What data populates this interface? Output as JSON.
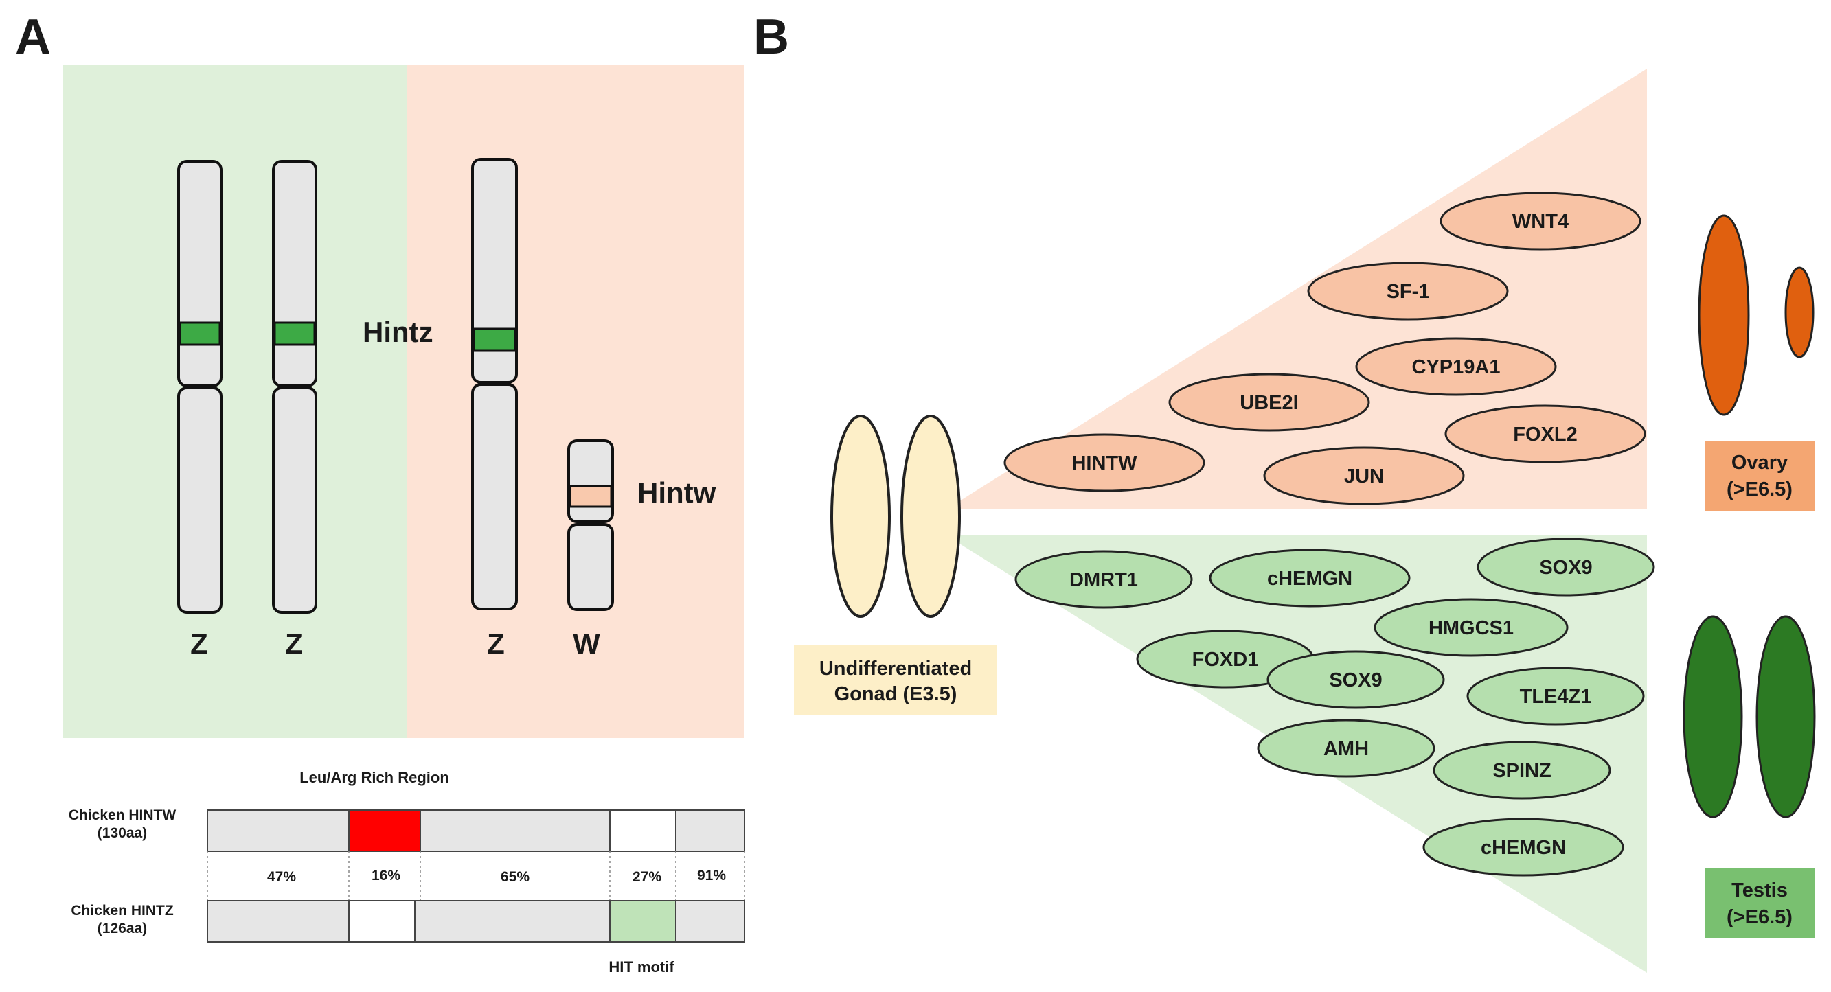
{
  "panel_a": {
    "letter": "A",
    "chromosome_labels": [
      "Z",
      "Z",
      "Z",
      "W"
    ],
    "gene_labels": {
      "hintz": "Hintz",
      "hintw": "Hintw"
    },
    "domain_map": {
      "region_label": "Leu/Arg  Rich Region",
      "protein_top": {
        "name": "Chicken HINTW",
        "length": "(130aa)"
      },
      "protein_bottom": {
        "name": "Chicken HINTZ",
        "length": "(126aa)"
      },
      "identity": [
        "47%",
        "16%",
        "65%",
        "27%",
        "91%"
      ],
      "motif_label": "HIT motif"
    }
  },
  "panel_b": {
    "letter": "B",
    "gonad_label": [
      "Undifferentiated",
      "Gonad (E3.5)"
    ],
    "female_genes": [
      "WNT4",
      "SF-1",
      "CYP19A1",
      "UBE2I",
      "FOXL2",
      "HINTW",
      "JUN"
    ],
    "male_genes": [
      "DMRT1",
      "cHEMGN",
      "SOX9",
      "HMGCS1",
      "FOXD1",
      "SOX9",
      "TLE4Z1",
      "AMH",
      "SPINZ",
      "cHEMGN"
    ],
    "ovary_label": [
      "Ovary",
      "(>E6.5)"
    ],
    "testis_label": [
      "Testis",
      "(>E6.5)"
    ]
  },
  "colors": {
    "female_bg": "#fde3d5",
    "male_bg": "#dff0da",
    "hintz_band": "#3daa45",
    "hintw_band": "#f9c9ad",
    "leu_arg": "#ff0000",
    "hit_motif": "#bfe3b8",
    "female_ellipse": "#f8c3a5",
    "male_ellipse": "#b5dfae",
    "ovary": "#e0600f",
    "testis": "#2c7a23",
    "gonad": "#fdefc8"
  }
}
